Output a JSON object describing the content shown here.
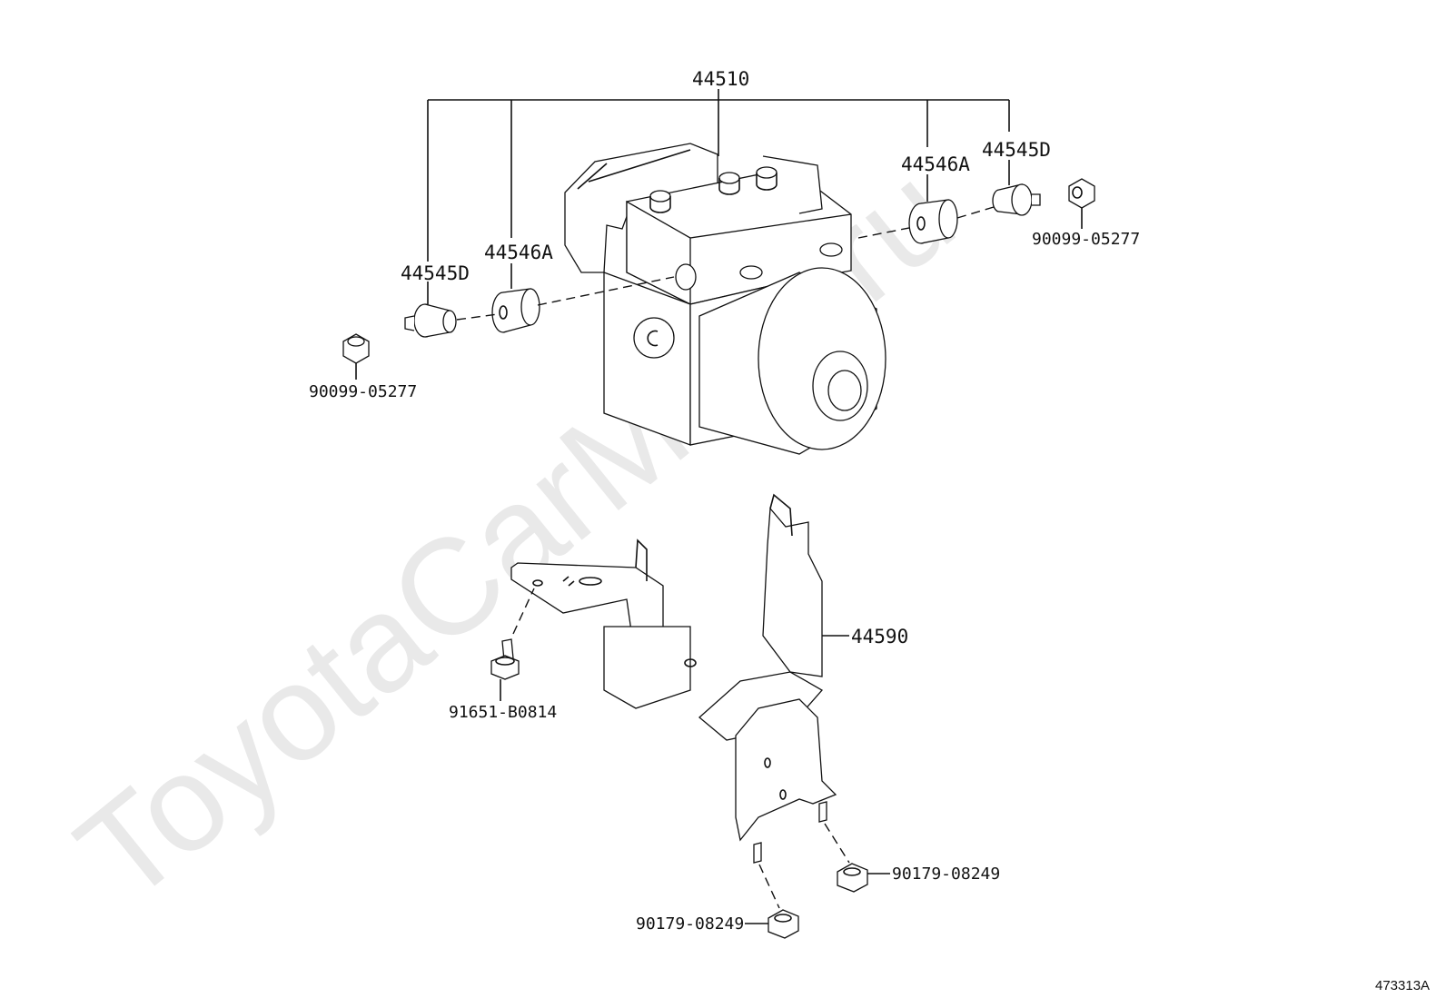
{
  "watermark": "ToyotaCarMine.ru",
  "figure_ref": "473313A",
  "labels": {
    "assembly": "44510",
    "plug_left": "44545D",
    "spacer_left": "44546A",
    "nut_left": "90099-05277",
    "spacer_right": "44546A",
    "plug_right": "44545D",
    "nut_right": "90099-05277",
    "bracket": "44590",
    "bolt": "91651-B0814",
    "nut_lower_right": "90179-08249",
    "nut_lower_left": "90179-08249"
  }
}
